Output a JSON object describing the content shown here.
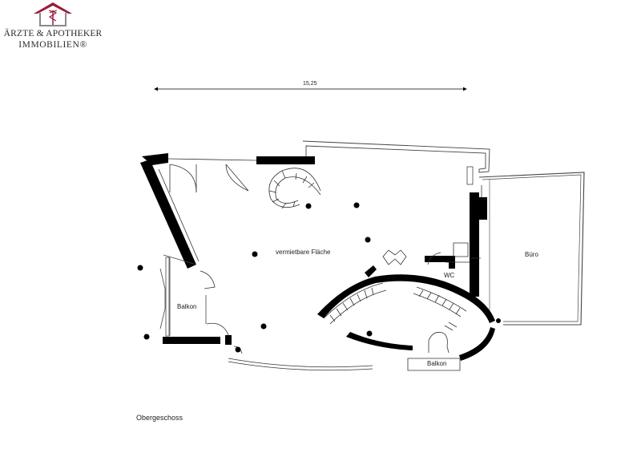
{
  "logo": {
    "line1": "ÄRZTE & APOTHEKER",
    "line2": "IMMOBILIEN®",
    "roof_color": "#9b1b3a",
    "icon": "house-caduceus-icon"
  },
  "plan": {
    "dimension": "15,25",
    "rooms": {
      "main": "vermietbare Fläche",
      "office": "Büro",
      "wc": "WC",
      "balcony_left": "Balkon",
      "balcony_right": "Balkon"
    },
    "floor_label": "Obergeschoss",
    "colors": {
      "wall": "#000000",
      "line": "#444444",
      "background": "#ffffff"
    }
  }
}
